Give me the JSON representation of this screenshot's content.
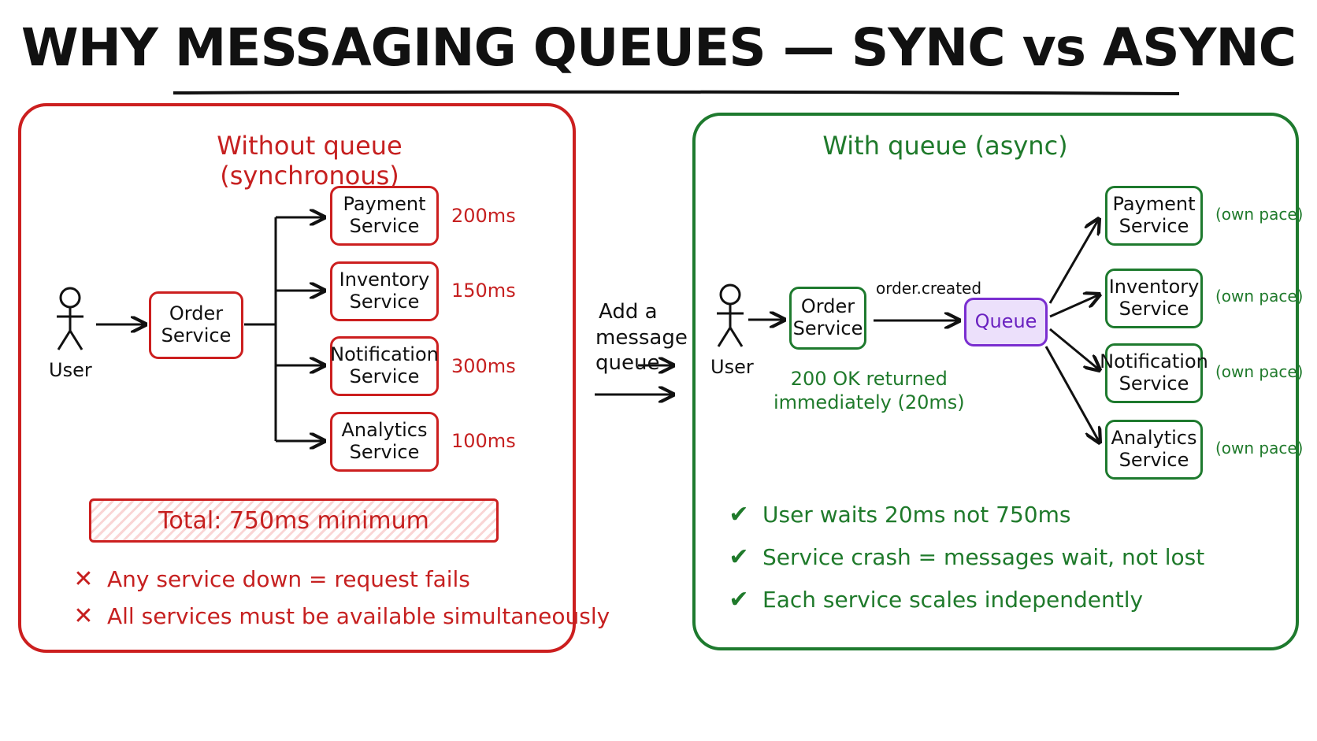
{
  "title": "WHY MESSAGING QUEUES — SYNC vs ASYNC",
  "sync": {
    "heading": "Without queue (synchronous)",
    "user_label": "User",
    "order_service": "Order Service",
    "services": [
      {
        "name": "Payment Service",
        "latency": "200ms"
      },
      {
        "name": "Inventory Service",
        "latency": "150ms"
      },
      {
        "name": "Notification Service",
        "latency": "300ms"
      },
      {
        "name": "Analytics Service",
        "latency": "100ms"
      }
    ],
    "total": "Total: 750ms minimum",
    "cons": [
      "Any service down = request fails",
      "All services must be available simultaneously"
    ]
  },
  "transition": {
    "label_line1": "Add a",
    "label_line2": "message",
    "label_line3": "queue"
  },
  "async": {
    "heading": "With queue (async)",
    "user_label": "User",
    "order_service": "Order Service",
    "event_label": "order.created",
    "queue_label": "Queue",
    "response_line1": "200 OK returned",
    "response_line2": "immediately (20ms)",
    "services": [
      {
        "name": "Payment Service",
        "note": "(own pace)"
      },
      {
        "name": "Inventory Service",
        "note": "(own pace)"
      },
      {
        "name": "Notification Service",
        "note": "(own pace)"
      },
      {
        "name": "Analytics Service",
        "note": "(own pace)"
      }
    ],
    "pros": [
      "User waits 20ms not 750ms",
      "Service crash = messages wait, not lost",
      "Each service scales independently"
    ]
  },
  "colors": {
    "sync": "#cc1f1f",
    "async": "#1e7a2e",
    "queue": "#7a2ed0"
  },
  "icons": {
    "con_mark": "cross-icon",
    "pro_mark": "check-icon",
    "user": "stick-figure-icon"
  }
}
